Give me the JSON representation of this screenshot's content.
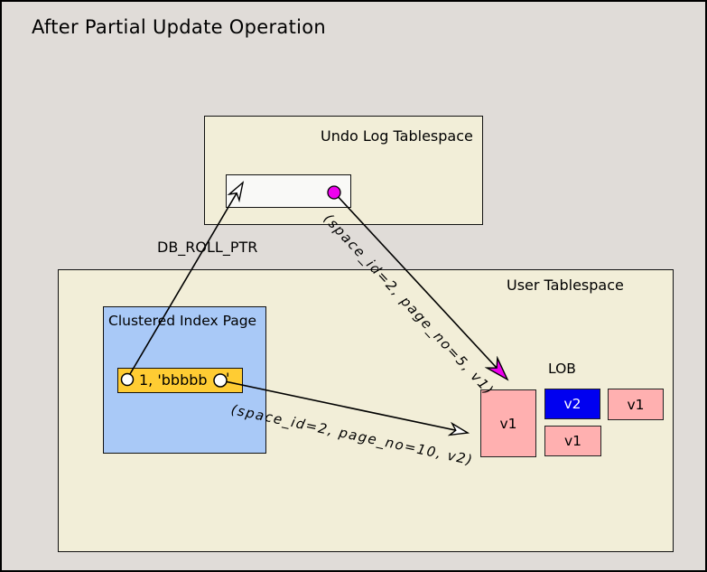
{
  "title": "After Partial Update Operation",
  "undo_tablespace": {
    "label": "Undo Log Tablespace"
  },
  "user_tablespace": {
    "label": "User Tablespace"
  },
  "clustered_index_page": {
    "label": "Clustered Index Page",
    "record": {
      "text": "1, 'bbbbb",
      "suffix": "'"
    }
  },
  "pointers": {
    "db_roll_ptr_label": "DB_ROLL_PTR",
    "undo_pointer_label": "(space_id=2, page_no=5, v1)",
    "lob_pointer_label": "(space_id=2, page_no=10, v2)"
  },
  "lob": {
    "label": "LOB",
    "boxes": [
      {
        "label": "v1",
        "variant": "pink-tall-current"
      },
      {
        "label": "v2",
        "variant": "blue-new"
      },
      {
        "label": "v1",
        "variant": "pink-right"
      },
      {
        "label": "v1",
        "variant": "pink-bottom"
      }
    ]
  },
  "colors": {
    "background": "#e0dcd8",
    "tablespace_fill": "#f2eed8",
    "page_fill": "#a9c9f7",
    "record_fill": "#ffcc33",
    "undo_slot_fill": "#f9f9f7",
    "lob_v1_fill": "#ffb0b0",
    "lob_v2_fill": "#0000f0",
    "pointer_magenta": "#ee00ee"
  }
}
